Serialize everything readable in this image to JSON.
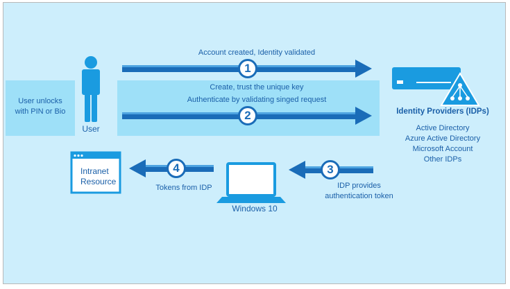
{
  "colors": {
    "background": "#cdeefc",
    "panel": "#9ee0f8",
    "arrow": "#1a6cb8",
    "arrow_light": "#4da3e0",
    "text": "#1a5fa8",
    "device": "#1a9be0"
  },
  "user": {
    "unlock_text": [
      "User unlocks",
      "with PIN or Bio"
    ],
    "label": "User"
  },
  "steps": [
    {
      "number": "1",
      "caption": [
        "Account created, Identity validated"
      ]
    },
    {
      "number": "2",
      "caption": [
        "Create, trust the unique key",
        "Authenticate by validating singed request"
      ]
    },
    {
      "number": "3",
      "caption": [
        "IDP provides",
        "authentication token"
      ]
    },
    {
      "number": "4",
      "caption": [
        "Tokens from IDP"
      ]
    }
  ],
  "idp": {
    "title": "Identity Providers (IDPs)",
    "providers": [
      "Active Directory",
      "Azure Active Directory",
      "Microsoft Account",
      "Other IDPs"
    ]
  },
  "device": {
    "label": "Windows 10"
  },
  "resource": {
    "label": [
      "Intranet",
      "Resource"
    ]
  },
  "icons": [
    "person-icon",
    "server-icon",
    "directory-icon",
    "laptop-icon",
    "browser-window-icon",
    "arrow-right-icon",
    "arrow-left-icon"
  ]
}
